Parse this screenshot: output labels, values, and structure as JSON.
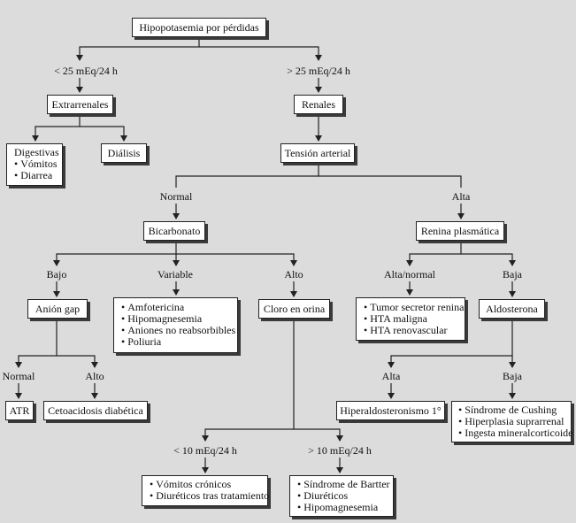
{
  "diagram": {
    "root": "Hipopotasemia por pérdidas",
    "branch_low": "< 25 mEq/24 h",
    "branch_high": "> 25 mEq/24 h",
    "extrarenales": "Extrarrenales",
    "renales": "Renales",
    "digestivas": {
      "title": "Digestivas",
      "items": [
        "Vómitos",
        "Diarrea"
      ]
    },
    "dialisis": "Diálisis",
    "tension": "Tensión arterial",
    "ta_normal": "Normal",
    "ta_alta": "Alta",
    "bicarbonato": "Bicarbonato",
    "renina": "Renina plasmática",
    "bic_bajo": "Bajo",
    "bic_variable": "Variable",
    "bic_alto": "Alto",
    "renina_alta_normal": "Alta/normal",
    "renina_baja": "Baja",
    "anion_gap": "Anión gap",
    "variable_items": [
      "Amfotericina",
      "Hipomagnesemia",
      "Aniones no reabsorbibles",
      "Poliuria"
    ],
    "cloro": "Cloro en orina",
    "tumor_items": [
      "Tumor secretor renina",
      "HTA maligna",
      "HTA renovascular"
    ],
    "aldosterona": "Aldosterona",
    "ag_normal": "Normal",
    "ag_alto": "Alto",
    "aldo_alta": "Alta",
    "aldo_baja": "Baja",
    "atr": "ATR",
    "cetoacidosis": "Cetoacidosis diabética",
    "hiperaldo": "Hiperaldosteronismo 1°",
    "baja_items": [
      "Síndrome de Cushing",
      "Hiperplasia suprarrenal",
      "Ingesta mineralcorticoide"
    ],
    "cloro_low": "< 10 mEq/24 h",
    "cloro_high": "> 10 mEq/24 h",
    "cloro_low_items": [
      "Vómitos crónicos",
      "Diuréticos tras tratamiento"
    ],
    "cloro_high_items": [
      "Síndrome de Bartter",
      "Diuréticos",
      "Hipomagnesemia"
    ]
  }
}
